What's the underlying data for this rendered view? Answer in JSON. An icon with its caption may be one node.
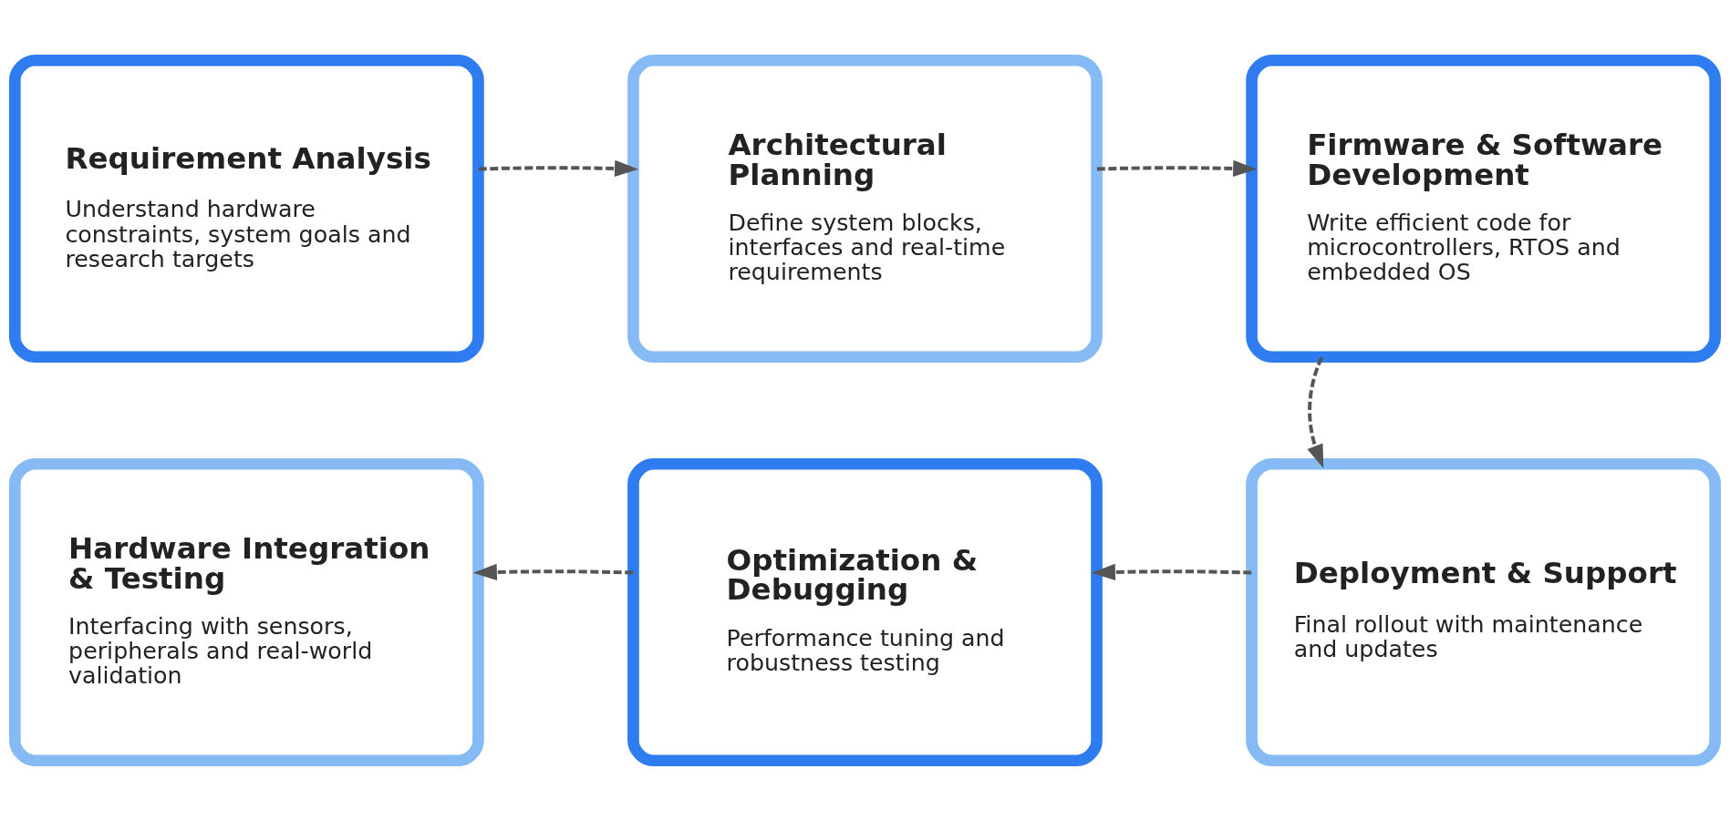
{
  "diagram": {
    "nodes": [
      {
        "text": [
          "Requirement Analysis",
          "Understand hardware constraints, system goals and research targets"
        ]
      },
      {
        "text": [
          "Architectural Planning",
          "Define system blocks, interfaces and real-time requirements"
        ]
      },
      {
        "text": [
          "Firmware & Software Development",
          "Write efficient code for microcontrollers, RTOS and embedded OS"
        ]
      },
      {
        "text": [
          "Hardware Integration & Testing",
          "Interfacing with sensors, peripherals and real-world validation"
        ]
      },
      {
        "text": [
          "Optimization & Debugging",
          "Performance tuning and robustness testing"
        ]
      },
      {
        "text": [
          "Deployment & Support",
          "Final rollout with maintenance and updates"
        ]
      }
    ],
    "edges": [
      {
        "from": 0,
        "to": 1,
        "arrow": "to",
        "style": "dashed"
      },
      {
        "from": 1,
        "to": 2,
        "arrow": "to",
        "style": "dashed"
      },
      {
        "from": 2,
        "to": 5,
        "arrow": "to",
        "style": "dashed"
      },
      {
        "from": 5,
        "to": 4,
        "arrow": "to",
        "style": "dashed"
      },
      {
        "from": 4,
        "to": 3,
        "arrow": "to",
        "style": "dashed"
      }
    ]
  }
}
